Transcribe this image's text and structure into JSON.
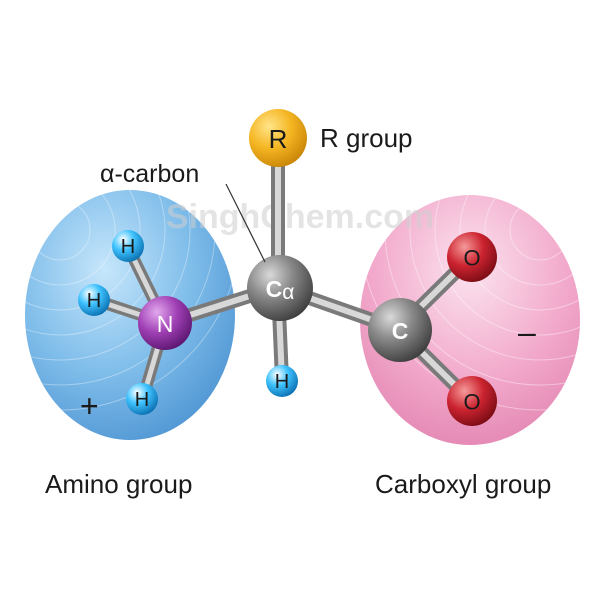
{
  "labels": {
    "r_group": "R group",
    "alpha_carbon": "α-carbon",
    "amino_group": "Amino group",
    "carboxyl_group": "Carboxyl group",
    "plus_charge": "+",
    "minus_charge": "–"
  },
  "watermark": "SinghChem.com",
  "atoms": {
    "r": "R",
    "c_alpha_main": "C",
    "c_alpha_sub": "α",
    "n": "N",
    "c_carboxyl": "C",
    "o_top": "O",
    "o_bottom": "O",
    "h_amino_top": "H",
    "h_amino_left": "H",
    "h_amino_bottom": "H",
    "h_alpha": "H"
  },
  "colors": {
    "amino_region": "#6eb3e6",
    "carboxyl_region": "#ef9cc3",
    "r_atom": "#f2b21e",
    "c_atom": "#7d7d7d",
    "n_atom": "#9b3ab0",
    "o_atom": "#c8202a",
    "h_atom": "#1ea0e6",
    "bond": "#a8a8a8"
  }
}
